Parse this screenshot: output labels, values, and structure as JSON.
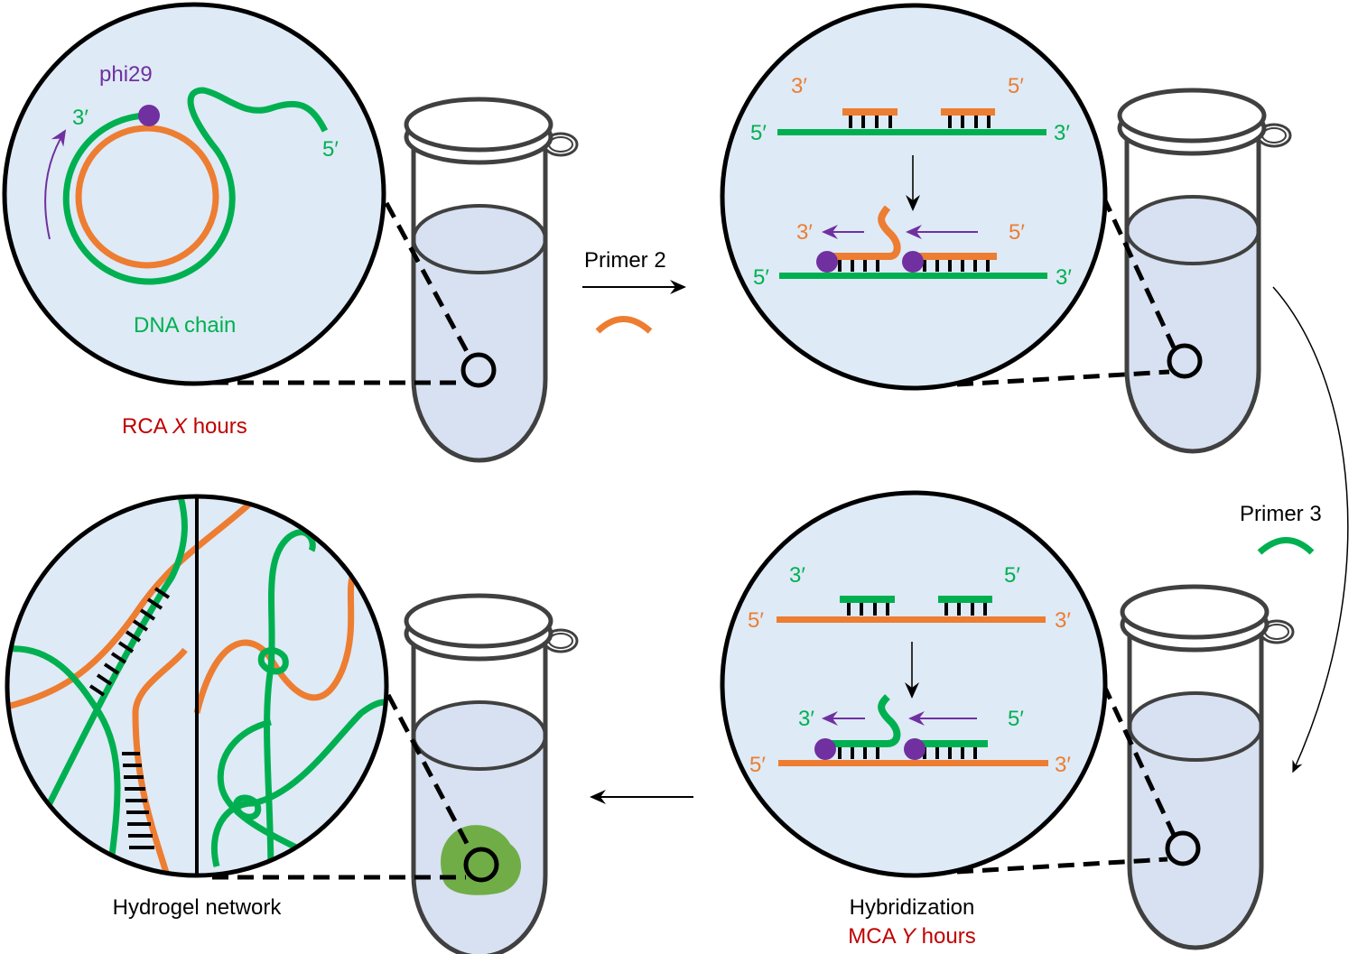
{
  "colors": {
    "dna_green": "#00b050",
    "primer_orange": "#ed7d31",
    "polymerase_purple": "#7030a0",
    "highlight_red": "#c00000",
    "liquid": "#d7e1f1",
    "circle_bg": "#deeaf6",
    "hydrogel": "#70ad47"
  },
  "panel_rca": {
    "enzyme": "phi29",
    "end_3": "3′",
    "end_5": "5′",
    "chain_label": "DNA chain",
    "caption_prefix": "RCA ",
    "caption_var": "X",
    "caption_suffix": " hours"
  },
  "step_primer2": {
    "label": "Primer 2"
  },
  "panel_primer2": {
    "top_left": "3′",
    "top_right": "5′",
    "strand_left": "5′",
    "strand_right": "3′",
    "mid_left": "3′",
    "mid_right": "5′",
    "bottom_left": "5′",
    "bottom_right": "3′"
  },
  "step_primer3": {
    "label": "Primer 3"
  },
  "panel_primer3": {
    "top_left": "3′",
    "top_right": "5′",
    "strand_left": "5′",
    "strand_right": "3′",
    "mid_left": "3′",
    "mid_right": "5′",
    "bottom_left": "5′",
    "bottom_right": "3′",
    "caption": "Hybridization",
    "caption2_prefix": "MCA ",
    "caption2_var": "Y",
    "caption2_suffix": " hours"
  },
  "panel_hydrogel": {
    "caption": "Hydrogel network"
  }
}
